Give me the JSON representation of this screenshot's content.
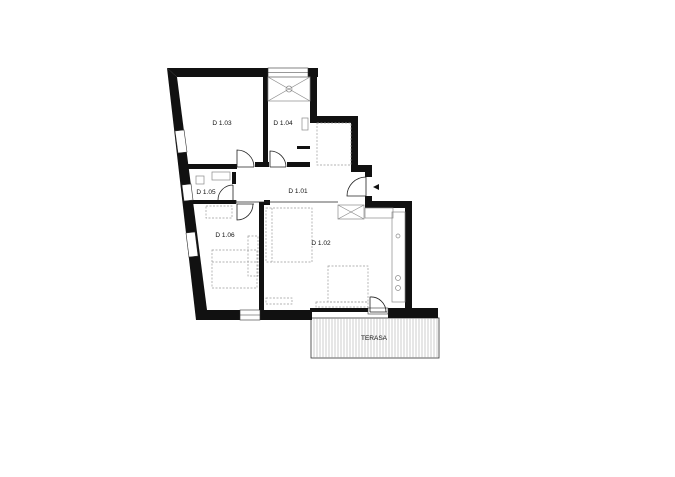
{
  "floor_plan": {
    "rooms": [
      {
        "id": "d103",
        "label": "D 1.03"
      },
      {
        "id": "d104",
        "label": "D 1.04"
      },
      {
        "id": "d101",
        "label": "D 1.01"
      },
      {
        "id": "d105",
        "label": "D 1.05"
      },
      {
        "id": "d106",
        "label": "D 1.06"
      },
      {
        "id": "d102",
        "label": "D 1.02"
      },
      {
        "id": "terasa",
        "label": "TERASA"
      }
    ],
    "colors": {
      "wall": "#111111",
      "background": "#ffffff",
      "furniture": "#9a9a9a"
    }
  }
}
